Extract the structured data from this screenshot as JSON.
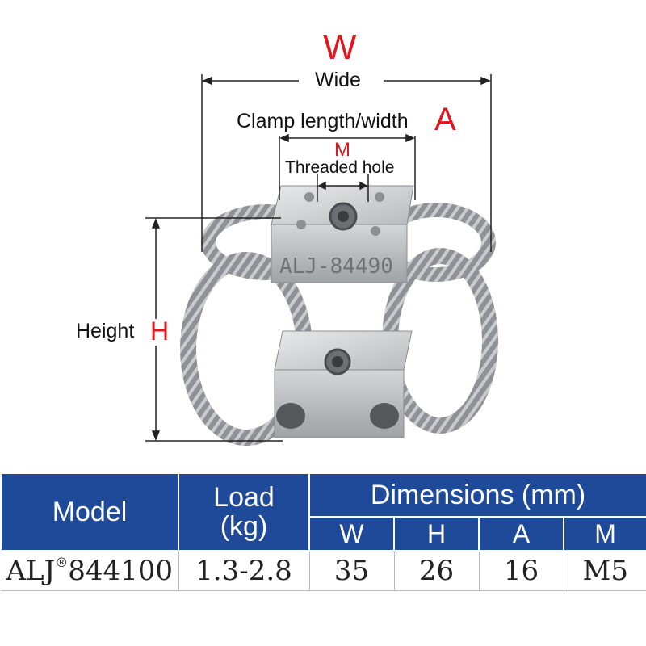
{
  "diagram": {
    "w_letter": "W",
    "w_text": "Wide",
    "a_text": "Clamp length/width",
    "a_letter": "A",
    "m_letter": "M",
    "m_text": "Threaded hole",
    "h_text": "Height",
    "h_letter": "H",
    "engraving": "ALJ-84490"
  },
  "table": {
    "model_header": "Model",
    "load_header_1": "Load",
    "load_header_2": "(kg)",
    "dims_header": "Dimensions (mm)",
    "sub_headers": [
      "W",
      "H",
      "A",
      "M"
    ],
    "row": {
      "model_prefix": "ALJ",
      "model_mark": "®",
      "model_number": "844100",
      "load": "1.3-2.8",
      "w": "35",
      "h": "26",
      "a": "16",
      "m": "M5"
    }
  },
  "colors": {
    "header_bg": "#1f4a9a",
    "accent_red": "#e0181e"
  }
}
